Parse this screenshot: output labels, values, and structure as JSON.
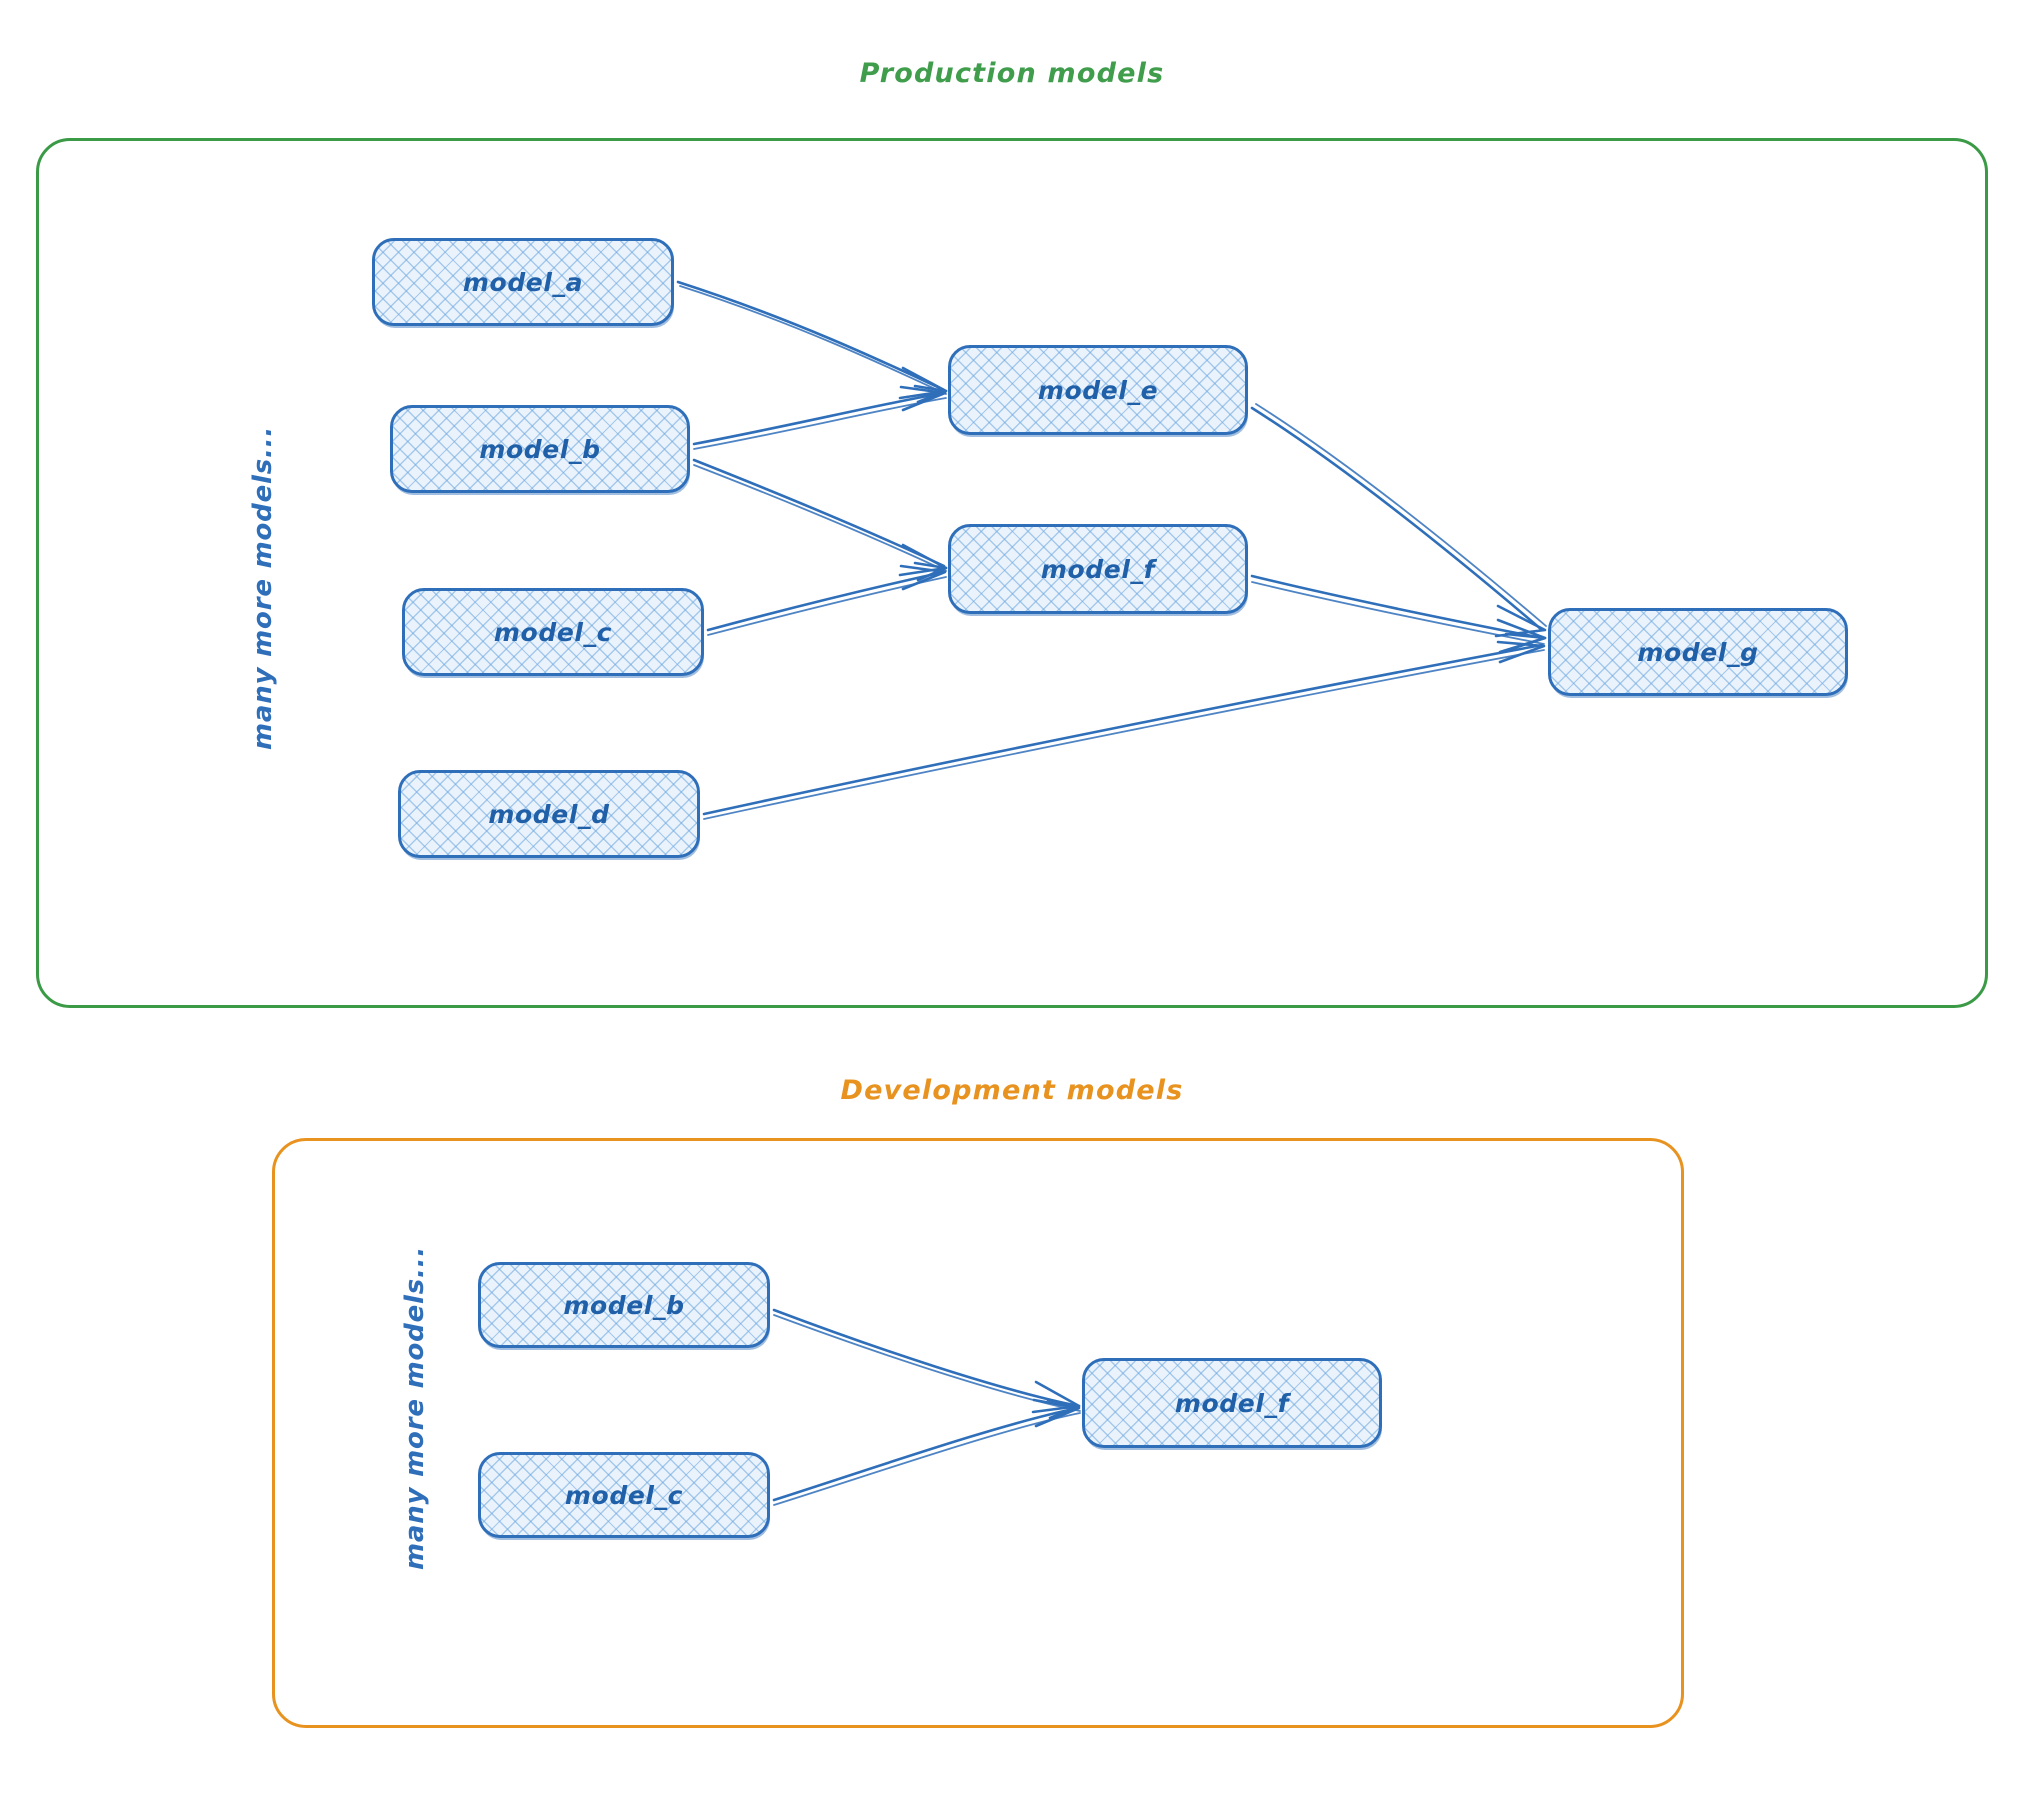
{
  "diagram": {
    "title_prod": "Production models",
    "title_dev": "Development models",
    "note_prod": "many more models...",
    "note_dev": "many more models...",
    "colors": {
      "production_border": "#3a9a45",
      "development_border": "#e8921f",
      "node_border": "#2f6fba",
      "node_fill": "#eaf3fc",
      "node_text": "#2060a8",
      "edge": "#2f6fba"
    }
  },
  "production": {
    "nodes": [
      {
        "id": "model_a",
        "label": "model_a"
      },
      {
        "id": "model_b",
        "label": "model_b"
      },
      {
        "id": "model_c",
        "label": "model_c"
      },
      {
        "id": "model_d",
        "label": "model_d"
      },
      {
        "id": "model_e",
        "label": "model_e"
      },
      {
        "id": "model_f",
        "label": "model_f"
      },
      {
        "id": "model_g",
        "label": "model_g"
      }
    ],
    "edges": [
      {
        "from": "model_a",
        "to": "model_e"
      },
      {
        "from": "model_b",
        "to": "model_e"
      },
      {
        "from": "model_b",
        "to": "model_f"
      },
      {
        "from": "model_c",
        "to": "model_f"
      },
      {
        "from": "model_e",
        "to": "model_g"
      },
      {
        "from": "model_f",
        "to": "model_g"
      },
      {
        "from": "model_d",
        "to": "model_g"
      }
    ]
  },
  "development": {
    "nodes": [
      {
        "id": "model_b",
        "label": "model_b"
      },
      {
        "id": "model_c",
        "label": "model_c"
      },
      {
        "id": "model_f",
        "label": "model_f"
      }
    ],
    "edges": [
      {
        "from": "model_b",
        "to": "model_f"
      },
      {
        "from": "model_c",
        "to": "model_f"
      }
    ]
  }
}
